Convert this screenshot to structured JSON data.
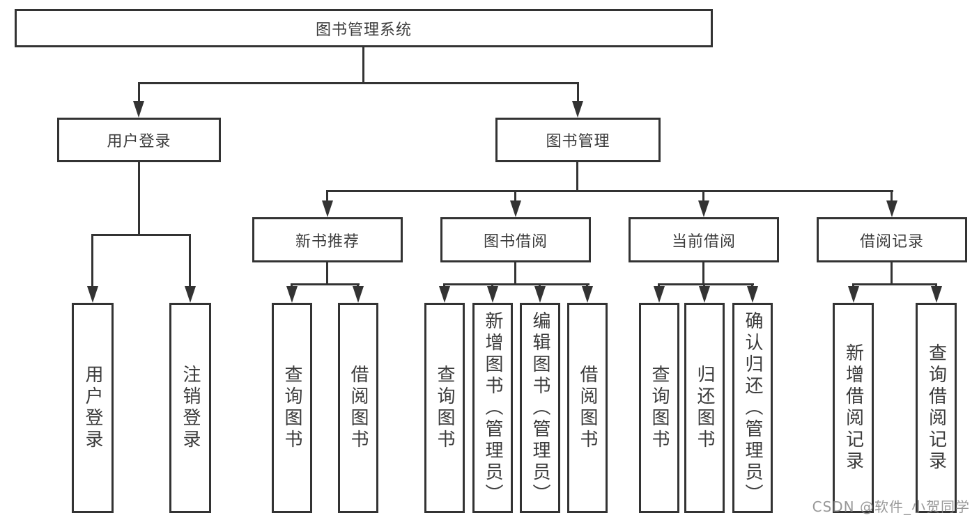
{
  "diagram": {
    "title": "图书管理系统",
    "branches": [
      {
        "label": "用户登录",
        "children": [
          {
            "label": "用户登录"
          },
          {
            "label": "注销登录"
          }
        ]
      },
      {
        "label": "图书管理",
        "children": [
          {
            "label": "新书推荐",
            "children": [
              {
                "label": "查询图书"
              },
              {
                "label": "借阅图书"
              }
            ]
          },
          {
            "label": "图书借阅",
            "children": [
              {
                "label": "查询图书"
              },
              {
                "label": "新增图书（管理员）"
              },
              {
                "label": "编辑图书（管理员）"
              },
              {
                "label": "借阅图书"
              }
            ]
          },
          {
            "label": "当前借阅",
            "children": [
              {
                "label": "查询图书"
              },
              {
                "label": "归还图书"
              },
              {
                "label": "确认归还（管理员）"
              }
            ]
          },
          {
            "label": "借阅记录",
            "children": [
              {
                "label": "新增借阅记录"
              },
              {
                "label": "查询借阅记录"
              }
            ]
          }
        ]
      }
    ]
  },
  "watermark": {
    "text": "CSDN @软件_小贺同学"
  },
  "colors": {
    "background": "#ffffff",
    "line": "#333333",
    "box_border": "#333333",
    "text": "#3b3b3b",
    "watermark": "#888888"
  }
}
